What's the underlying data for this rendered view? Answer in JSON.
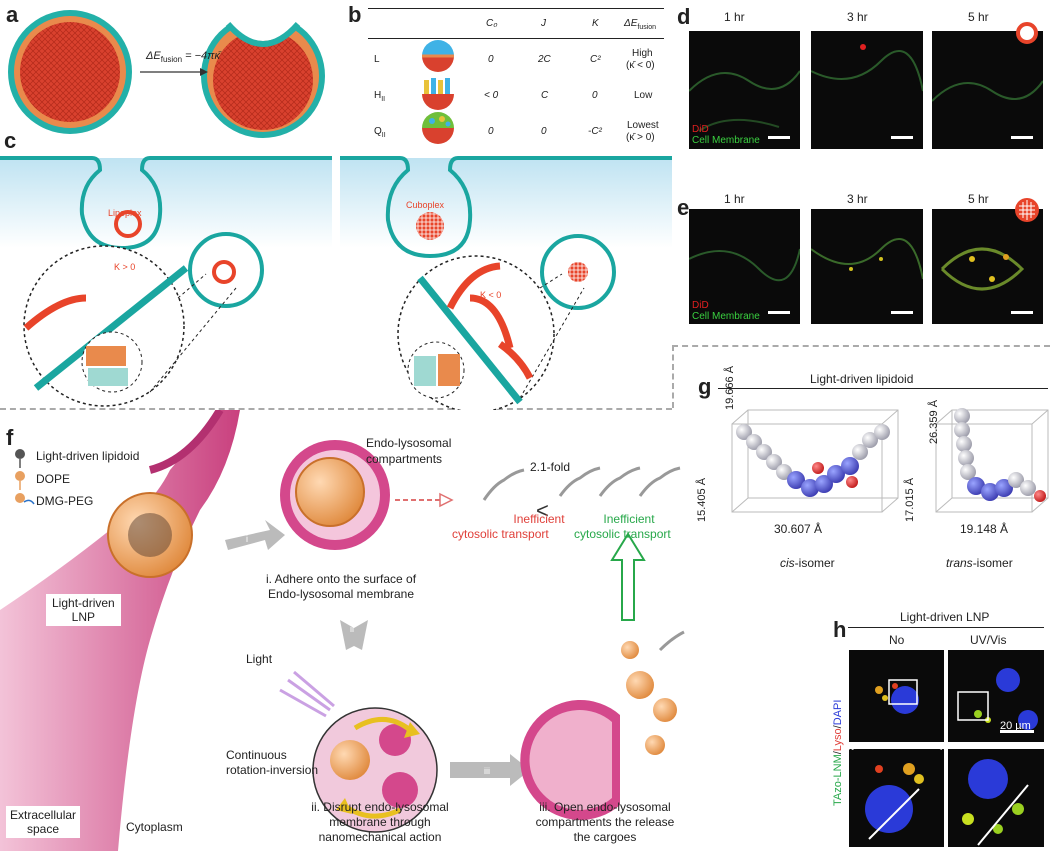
{
  "panel_labels": {
    "a": "a",
    "b": "b",
    "c": "c",
    "d": "d",
    "e": "e",
    "f": "f",
    "g": "g",
    "h": "h"
  },
  "panel_a": {
    "energy": "ΔE",
    "energy_sub": "fusion",
    "energy_rhs": "= −4πκ̄"
  },
  "panel_b": {
    "headers": [
      "C₀",
      "J",
      "K",
      "ΔE"
    ],
    "energy_sub": "fusion",
    "rows": [
      {
        "phase": "L",
        "c0": "0",
        "j": "2C",
        "k": "C²",
        "de": "High",
        "de2": "(κ̄ < 0)"
      },
      {
        "phase": "H",
        "phase_sub": "II",
        "c0": "< 0",
        "j": "C",
        "k": "0",
        "de": "Low",
        "de2": ""
      },
      {
        "phase": "Q",
        "phase_sub": "II",
        "c0": "0",
        "j": "0",
        "k": "-C²",
        "de": "Lowest",
        "de2": "(κ̄ > 0)"
      }
    ]
  },
  "panel_c": {
    "left_label": "Lipoplex",
    "left_k": "K > 0",
    "right_label": "Cuboplex",
    "right_k": "K < 0"
  },
  "panel_d": {
    "times": [
      "1 hr",
      "3 hr",
      "5 hr"
    ],
    "legend1": "DiD",
    "legend2": "Cell Membrane"
  },
  "panel_e": {
    "times": [
      "1 hr",
      "3 hr",
      "5 hr"
    ],
    "legend1": "DiD",
    "legend2": "Cell Membrane"
  },
  "panel_f": {
    "legend": [
      "Light-driven lipidoid",
      "DOPE",
      "DMG-PEG"
    ],
    "lnp_label1": "Light-driven",
    "lnp_label2": "LNP",
    "endo1": "Endo-lysosomal",
    "endo2": "compartments",
    "fold": "2.1-fold",
    "ineff_red1": "Inefficient",
    "ineff_red2": "cytosolic transport",
    "ineff_green1": "Inefficient",
    "ineff_green2": "cytosolic transport",
    "step_i_num": "i",
    "step_ii_num": "ii",
    "step_iii_num": "iii",
    "step_i1": "i. Adhere onto the surface of",
    "step_i2": "Endo-lysosomal membrane",
    "light": "Light",
    "rot1": "Continuous",
    "rot2": "rotation-inversion",
    "step_ii1": "ii. Disrupt endo-lysosomal",
    "step_ii2": "membrane through",
    "step_ii3": "nanomechanical action",
    "step_iii1": "iii. Open endo-lysosomal",
    "step_iii2": "compartments the release",
    "step_iii3": "the cargoes",
    "extra1": "Extracellular",
    "extra2": "space",
    "cyto": "Cytoplasm"
  },
  "panel_g": {
    "title": "Light-driven lipidoid",
    "cis": {
      "d1": "19.666 Å",
      "d2": "15.405 Å",
      "d3": "30.607 Å",
      "name": "cis",
      "suffix": "-isomer"
    },
    "trans": {
      "d1": "26.359 Å",
      "d2": "17.015 Å",
      "d3": "19.148 Å",
      "name": "trans",
      "suffix": "-isomer"
    }
  },
  "panel_h": {
    "title": "Light-driven LNP",
    "col1": "No",
    "col2": "UV/Vis",
    "scale": "20 µm",
    "ylab1": "TAzo-LNM",
    "ylab2": "/",
    "ylab3": "Lyso",
    "ylab4": "/",
    "ylab5": "DAPI"
  },
  "colors": {
    "teal": "#1aa6a0",
    "red": "#e8442a",
    "orange": "#f08a3e",
    "magenta": "#d4488c",
    "green_text": "#27a84a",
    "red_text": "#e0403a"
  }
}
